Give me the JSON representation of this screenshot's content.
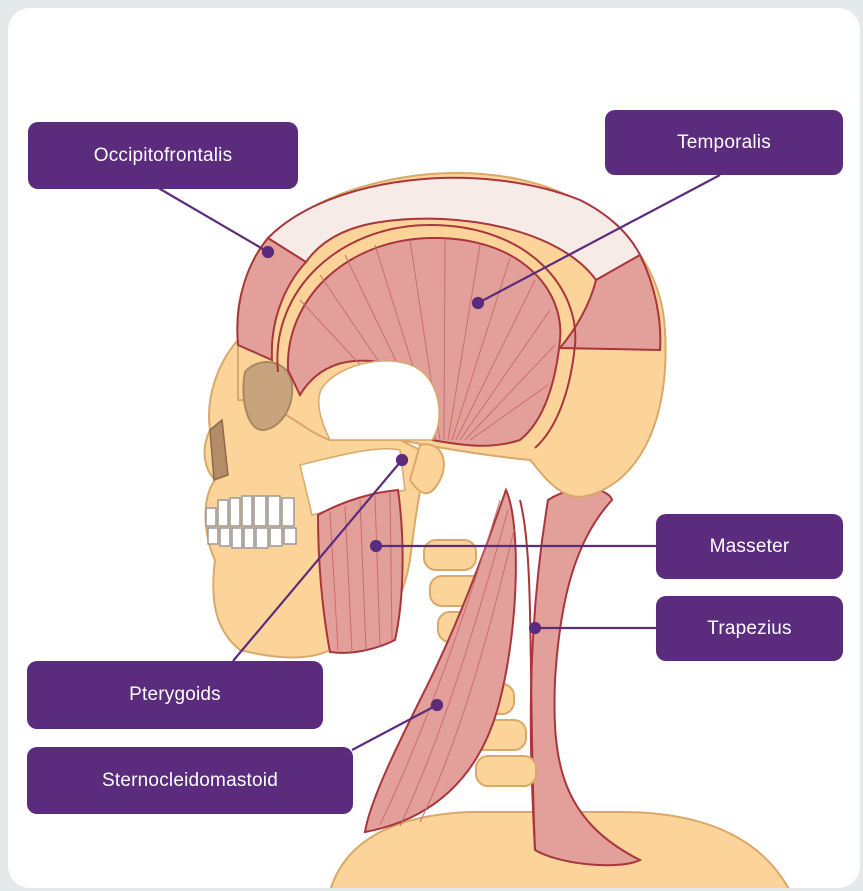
{
  "labels": {
    "occipitofrontalis": "Occipitofrontalis",
    "temporalis": "Temporalis",
    "masseter": "Masseter",
    "trapezius": "Trapezius",
    "pterygoids": "Pterygoids",
    "sternocleidomastoid": "Sternocleidomastoid"
  },
  "colors": {
    "background": "#e4e9ec",
    "panel": "#ffffff",
    "label_fill": "#5b2b7e",
    "label_text": "#ffffff",
    "leader_line": "#5b2b7e",
    "bone": "#fcd49a",
    "bone_outline": "#d9a96a",
    "muscle": "#e3a09a",
    "muscle_outline": "#a9363c",
    "tendon": "#f7ebe8"
  }
}
